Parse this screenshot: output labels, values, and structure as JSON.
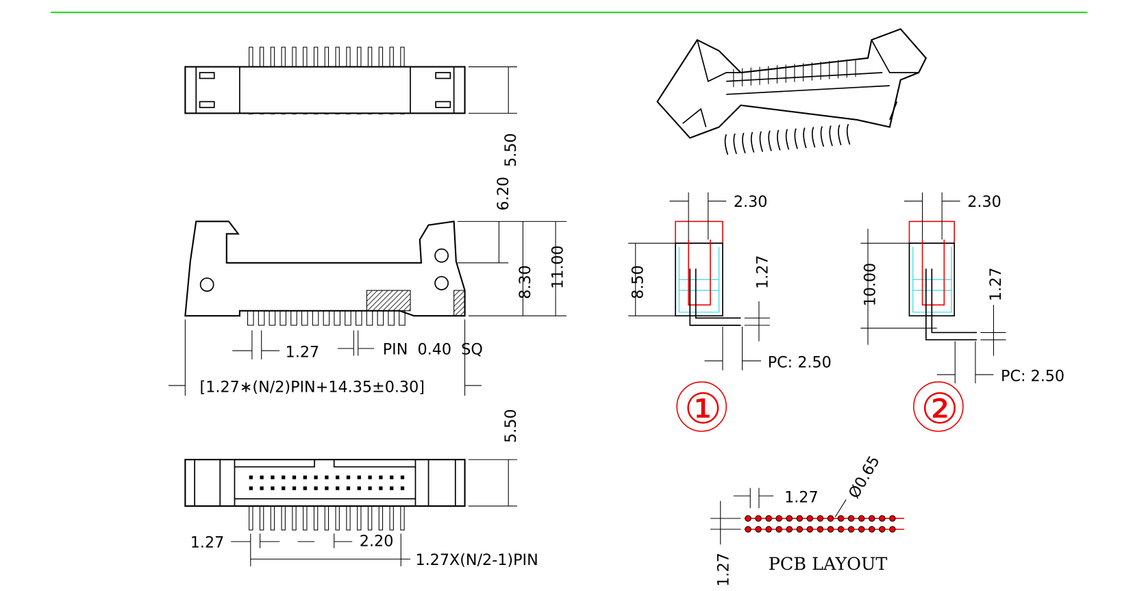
{
  "colors": {
    "rule": "#22dd22",
    "ink": "#000000",
    "highlight": "#ee0000",
    "cyan": "#19d6e0"
  },
  "top_view": {
    "dim_height": "5.50",
    "dim_total": "6.20"
  },
  "side_view": {
    "dim_8_30": "8.30",
    "dim_11_00": "11.00",
    "pitch": "1.27",
    "pin_label": "PIN  0.40  SQ",
    "length_formula": "[1.27∗(N/2)PIN+14.35±0.30]"
  },
  "bottom_view": {
    "dim_height": "5.50",
    "pitch": "1.27",
    "offset": "2.20",
    "span_formula": "1.27X(N/2-1)PIN"
  },
  "detail_1": {
    "dim_width": "2.30",
    "dim_height": "8.50",
    "pitch": "1.27",
    "pc": "PC: 2.50",
    "marker": "①"
  },
  "detail_2": {
    "dim_width": "2.30",
    "dim_height": "10.00",
    "pitch": "1.27",
    "pc": "PC: 2.50",
    "marker": "②"
  },
  "pcb_layout": {
    "pitch_x": "1.27",
    "pitch_y": "1.27",
    "hole": "Ø0.65",
    "title": "PCB LAYOUT"
  }
}
